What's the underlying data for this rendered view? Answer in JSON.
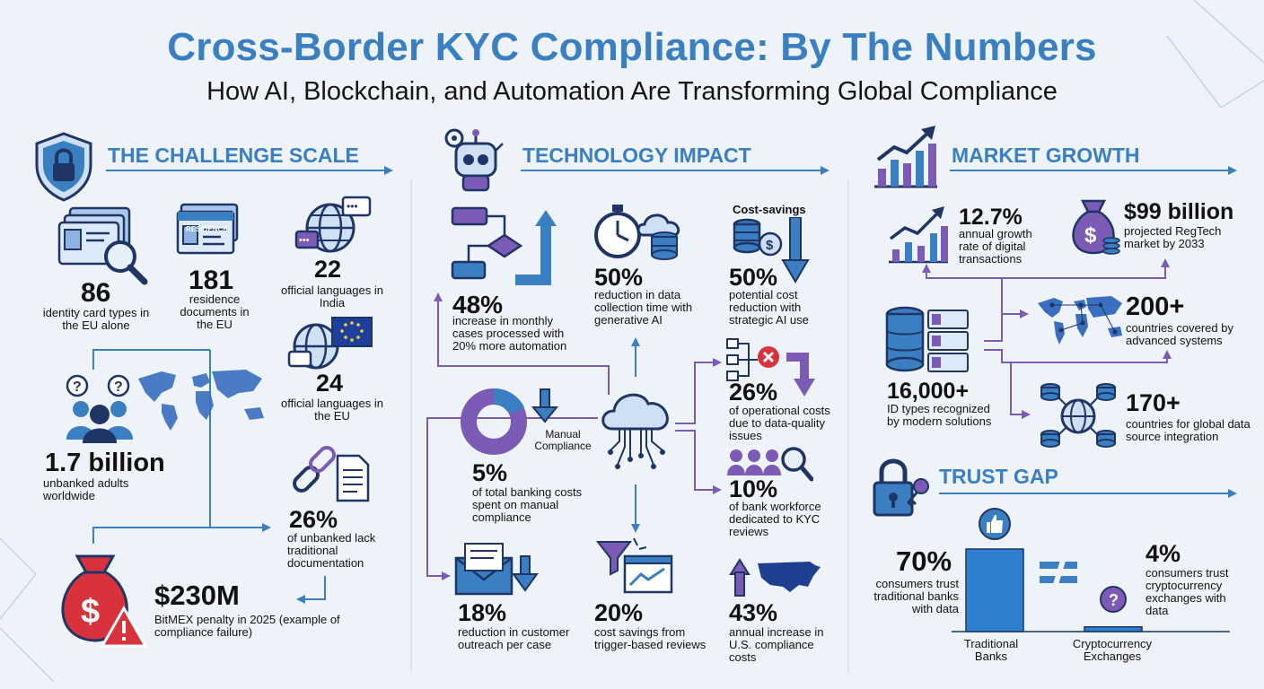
{
  "header": {
    "title": "Cross-Border KYC Compliance: By The Numbers",
    "subtitle": "How AI, Blockchain, and Automation Are Transforming Global Compliance"
  },
  "sections": {
    "challenge": {
      "heading": "THE CHALLENGE SCALE",
      "stats": [
        {
          "value": "86",
          "caption": "identity card types in the EU alone"
        },
        {
          "value": "181",
          "caption": "residence documents in the EU"
        },
        {
          "value": "22",
          "caption": "official languages in India"
        },
        {
          "value": "24",
          "caption": "official languages in the EU"
        },
        {
          "value": "1.7 billion",
          "caption": "unbanked adults worldwide"
        },
        {
          "value": "26%",
          "caption": "of unbanked lack traditional documentation"
        },
        {
          "value": "$230M",
          "caption": "BitMEX penalty in 2025 (example of compliance failure)"
        }
      ],
      "residence_card_label": "RESIDENCE"
    },
    "technology": {
      "heading": "TECHNOLOGY IMPACT",
      "cost_savings_label": "Cost-savings",
      "manual_compliance_label": "Manual Compliance",
      "stats": [
        {
          "value": "48%",
          "caption": "increase in monthly cases processed with 20% more automation"
        },
        {
          "value": "50%",
          "caption": "reduction in data collection time with generative AI"
        },
        {
          "value": "50%",
          "caption": "potential cost reduction with strategic AI use"
        },
        {
          "value": "26%",
          "caption": "of operational costs due to data-quality issues"
        },
        {
          "value": "5%",
          "caption": "of total banking costs spent on manual compliance"
        },
        {
          "value": "10%",
          "caption": "of bank workforce dedicated to KYC reviews"
        },
        {
          "value": "18%",
          "caption": "reduction in customer outreach per case"
        },
        {
          "value": "20%",
          "caption": "cost savings from trigger-based reviews"
        },
        {
          "value": "43%",
          "caption": "annual increase in U.S. compliance costs"
        }
      ]
    },
    "market": {
      "heading": "MARKET GROWTH",
      "stats": [
        {
          "value": "12.7%",
          "caption": "annual growth rate of digital transactions"
        },
        {
          "value": "$99 billion",
          "caption": "projected RegTech market by 2033"
        },
        {
          "value": "200+",
          "caption": "countries covered by advanced systems"
        },
        {
          "value": "16,000+",
          "caption": "ID types recognized by modern solutions"
        },
        {
          "value": "170+",
          "caption": "countries for global data source integration"
        }
      ]
    },
    "trust": {
      "heading": "TRUST GAP",
      "bars": [
        {
          "label": "Traditional Banks",
          "value": 70,
          "value_text": "70%",
          "caption": "consumers trust traditional banks with data"
        },
        {
          "label": "Cryptocurrency Exchanges",
          "value": 4,
          "value_text": "4%",
          "caption": "consumers trust cryptocurrency exchanges with data"
        }
      ]
    }
  },
  "colors": {
    "accent_blue": "#3a7fc1",
    "purple": "#7b5bb5",
    "navy": "#1e3566",
    "red": "#d8323c",
    "bar_blue": "#2f7fd0"
  }
}
